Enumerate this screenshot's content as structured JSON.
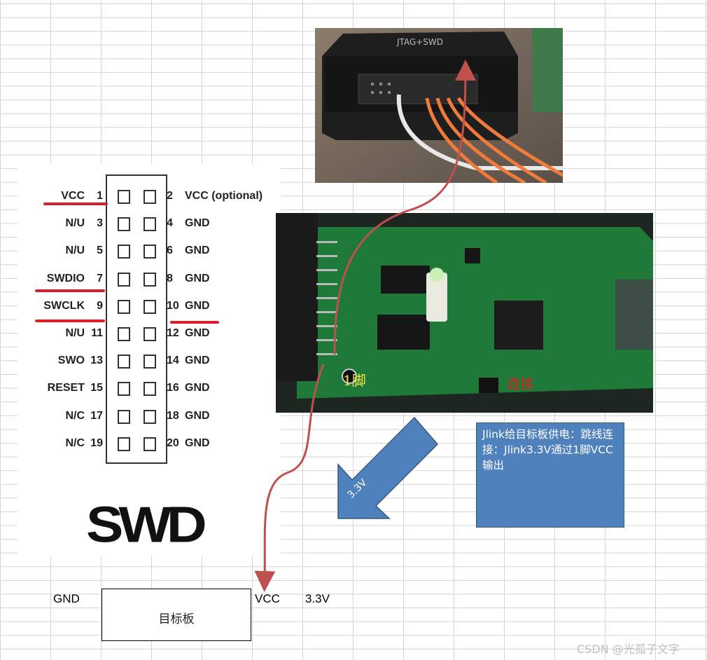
{
  "pinout": {
    "left_pins": [
      {
        "label": "VCC",
        "num": "1"
      },
      {
        "label": "N/U",
        "num": "3"
      },
      {
        "label": "N/U",
        "num": "5"
      },
      {
        "label": "SWDIO",
        "num": "7"
      },
      {
        "label": "SWCLK",
        "num": "9"
      },
      {
        "label": "N/U",
        "num": "11"
      },
      {
        "label": "SWO",
        "num": "13"
      },
      {
        "label": "RESET",
        "num": "15"
      },
      {
        "label": "N/C",
        "num": "17"
      },
      {
        "label": "N/C",
        "num": "19"
      }
    ],
    "right_pins": [
      {
        "num": "2",
        "label": "VCC (optional)"
      },
      {
        "num": "4",
        "label": "GND"
      },
      {
        "num": "6",
        "label": "GND"
      },
      {
        "num": "8",
        "label": "GND"
      },
      {
        "num": "10",
        "label": "GND"
      },
      {
        "num": "12",
        "label": "GND"
      },
      {
        "num": "14",
        "label": "GND"
      },
      {
        "num": "16",
        "label": "GND"
      },
      {
        "num": "18",
        "label": "GND"
      },
      {
        "num": "20",
        "label": "GND"
      }
    ],
    "logo": "SWD"
  },
  "photo_jtag": {
    "label": "JTAG+SWD"
  },
  "photo_board": {
    "pin1_label": "1脚",
    "jumper_label": "连接"
  },
  "arrow": {
    "label": "3.3V"
  },
  "note": {
    "text": "Jlink给目标板供电：跳线连接：Jlink3.3V通过1脚VCC输出"
  },
  "target": {
    "label": "目标板"
  },
  "cells": {
    "gnd": "GND",
    "vcc": "VCC",
    "voltage": "3.3V"
  },
  "watermark": "CSDN @光孤子文字",
  "colors": {
    "accent_red": "#c0504d",
    "note_blue": "#4f81bd",
    "pin_red": "#d9202a"
  }
}
